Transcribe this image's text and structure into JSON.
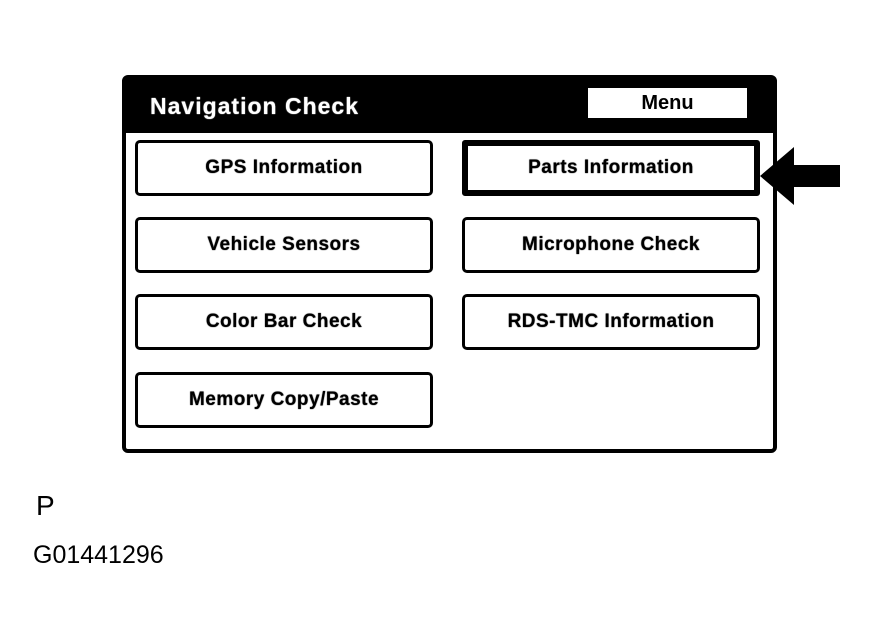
{
  "screen": {
    "title": "Navigation Check",
    "menu_button_label": "Menu",
    "buttons": [
      {
        "label": "GPS Information",
        "selected": false
      },
      {
        "label": "Parts Information",
        "selected": true
      },
      {
        "label": "Vehicle Sensors",
        "selected": false
      },
      {
        "label": "Microphone Check",
        "selected": false
      },
      {
        "label": "Color Bar Check",
        "selected": false
      },
      {
        "label": "RDS-TMC Information",
        "selected": false
      },
      {
        "label": "Memory Copy/Paste",
        "selected": false
      }
    ]
  },
  "pointer": {
    "icon": "arrow-left-icon",
    "points_to": "Parts Information"
  },
  "caption": {
    "figure_letter": "P",
    "figure_code": "G01441296"
  },
  "colors": {
    "ink": "#000000",
    "paper": "#ffffff"
  }
}
